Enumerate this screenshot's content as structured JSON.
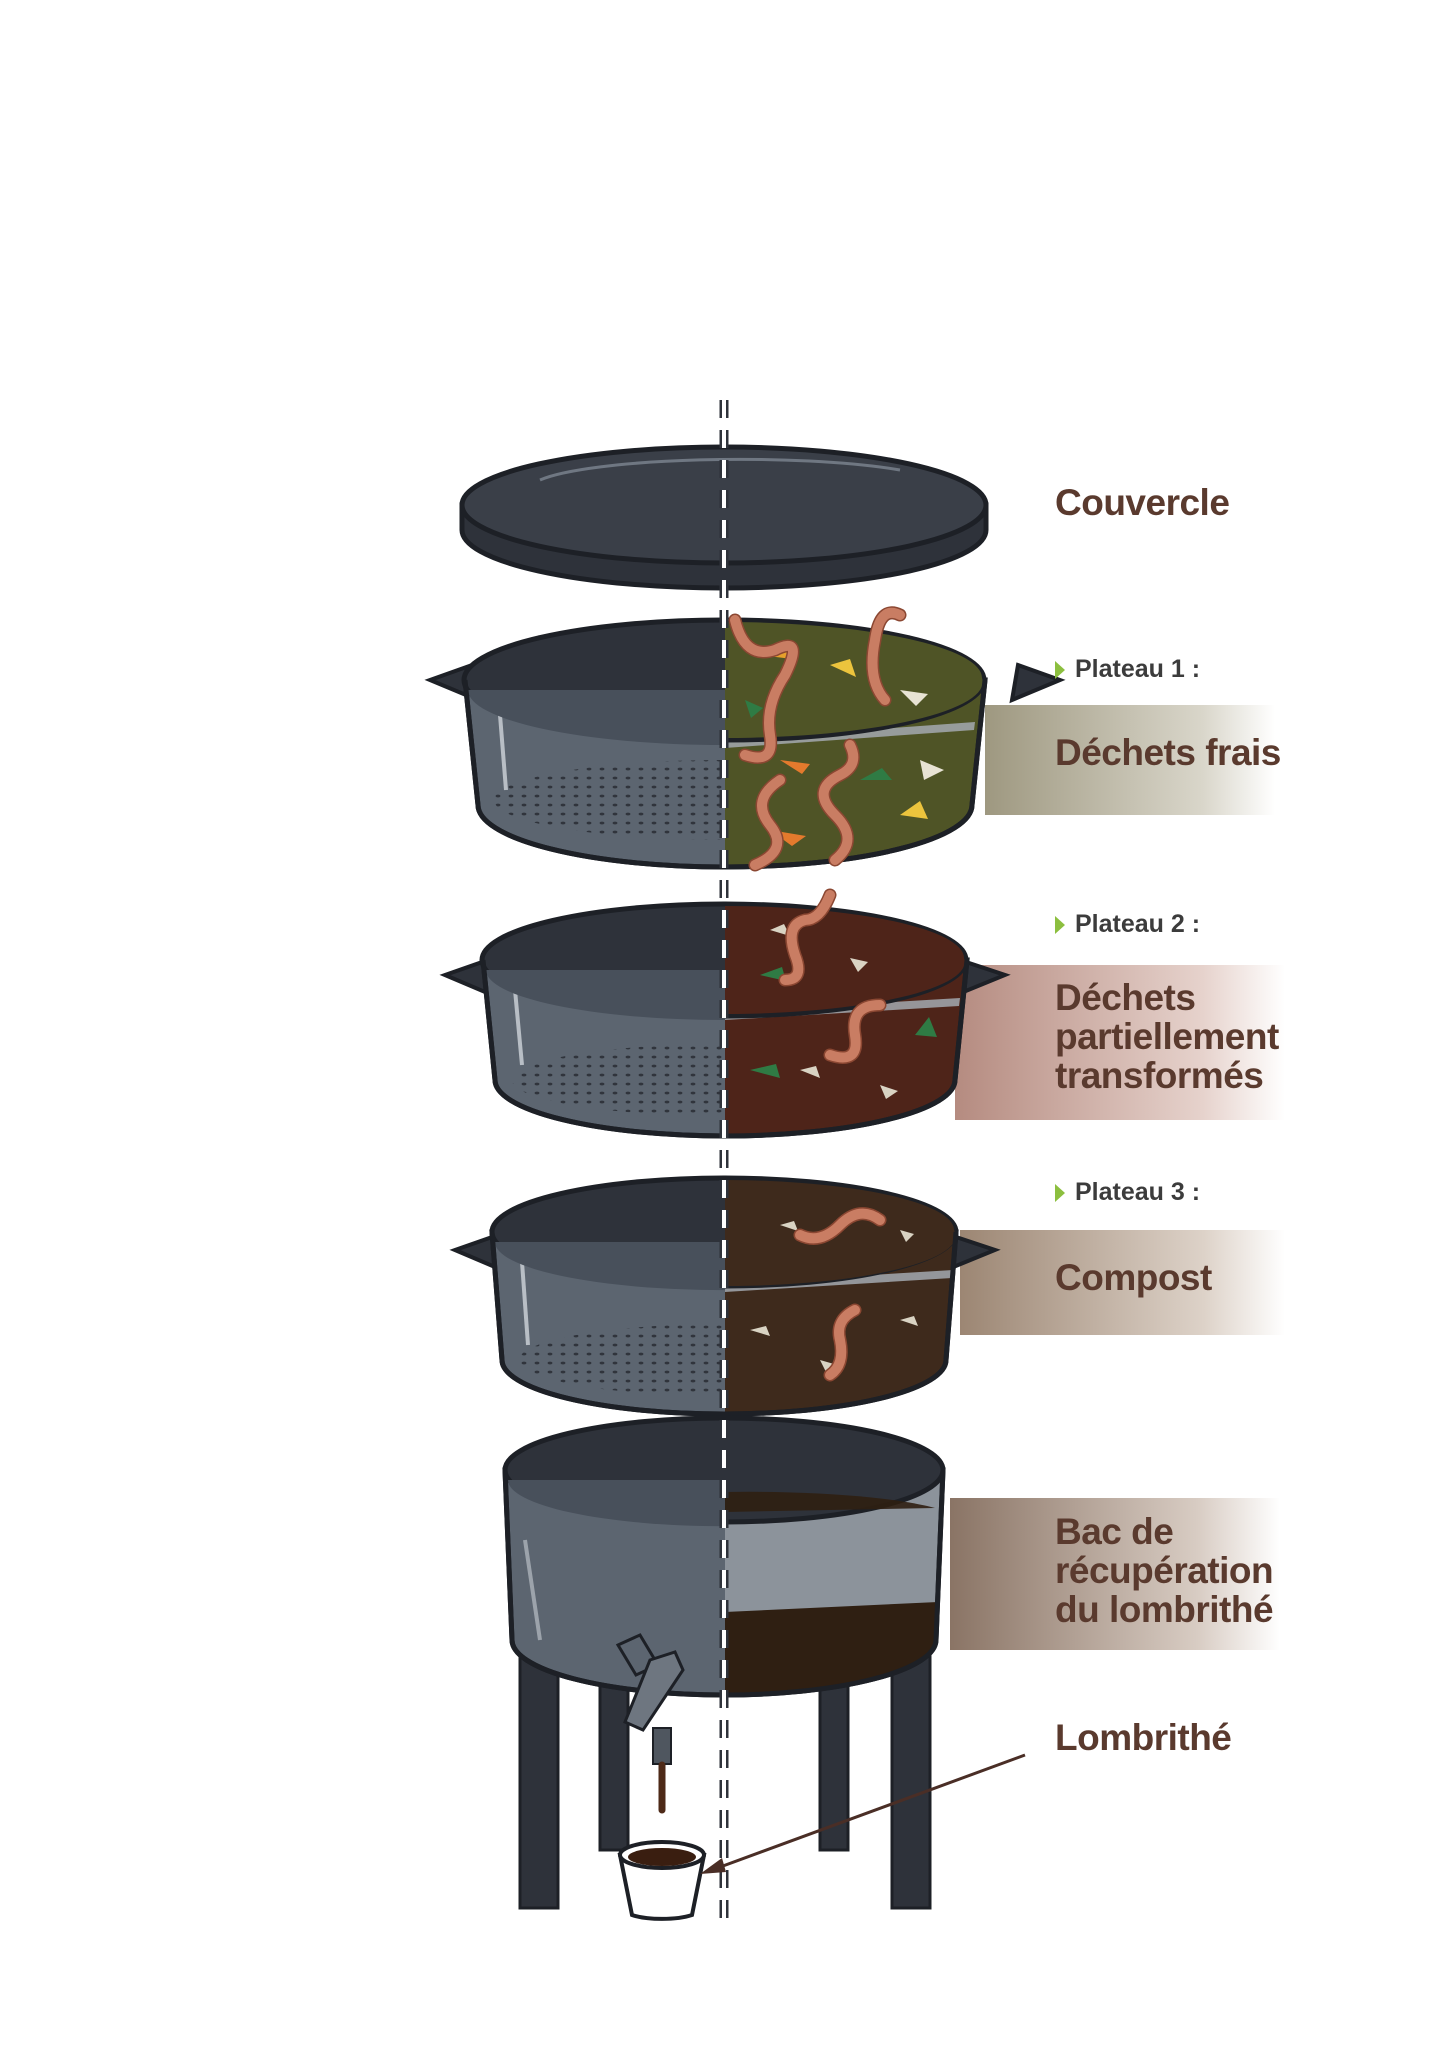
{
  "labels": {
    "lid": "Couvercle",
    "tray1_heading": "Plateau 1 :",
    "tray1_text": "Déchets frais",
    "tray2_heading": "Plateau 2 :",
    "tray2_text": "Déchets\npartiellement\ntransformés",
    "tray3_heading": "Plateau 3 :",
    "tray3_text": "Compost",
    "bin_text": "Bac de\nrécupération\ndu lombrithé",
    "liquid_text": "Lombrithé"
  },
  "colors": {
    "label_text": "#5a3a2e",
    "plateau_marker": "#8cbf3f",
    "bin_dark": "#2e323a",
    "bin_mid": "#5c6570",
    "bin_light": "#8c939b",
    "fresh_waste": "#4f5426",
    "partial_waste": "#4e2419",
    "compost": "#3e2a1c",
    "worm": "#c97d63",
    "band_tray1": "#b3ad98",
    "band_tray2": "#c7a49a",
    "band_tray3": "#b5a493",
    "band_bin": "#a08e80"
  },
  "icons": [
    "lid",
    "tray-1",
    "tray-2",
    "tray-3",
    "collection-bin",
    "tap-icon",
    "cup-icon",
    "worm-icon",
    "leader-arrow"
  ]
}
